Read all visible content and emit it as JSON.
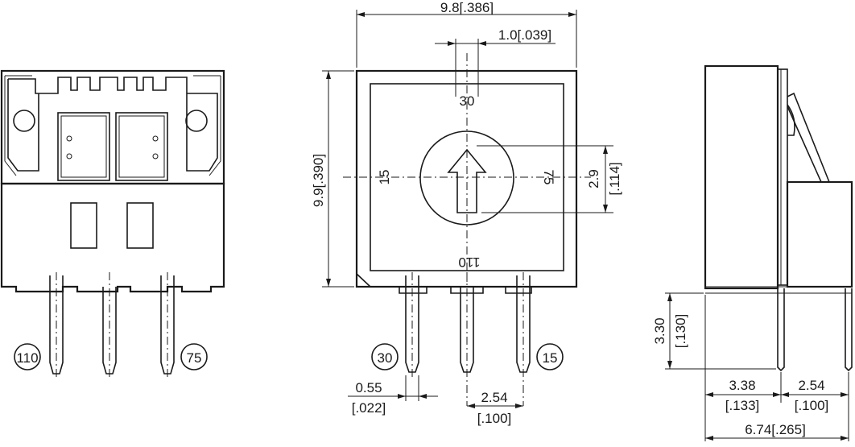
{
  "front_view": {
    "terminal_labels": [
      "110",
      "75"
    ]
  },
  "top_view": {
    "dim_width": "9.8[.386]",
    "dim_shaft": "1.0[.039]",
    "dim_height": "9.9[.390]",
    "dim_arrow_1": "2.9",
    "dim_arrow_2": "[.114]",
    "dial_marks": {
      "top": "30",
      "left": "15",
      "right": "75",
      "bottom": "110"
    },
    "terminal_labels": [
      "30",
      "15"
    ],
    "dim_pin_1": "0.55",
    "dim_pin_2": "[.022]",
    "dim_pitch_1": "2.54",
    "dim_pitch_2": "[.100]"
  },
  "side_view": {
    "dim_pin_len_1": "3.30",
    "dim_pin_len_2": "[.130]",
    "dim_a_1": "3.38",
    "dim_a_2": "[.133]",
    "dim_b_1": "2.54",
    "dim_b_2": "[.100]",
    "dim_total": "6.74[.265]"
  }
}
